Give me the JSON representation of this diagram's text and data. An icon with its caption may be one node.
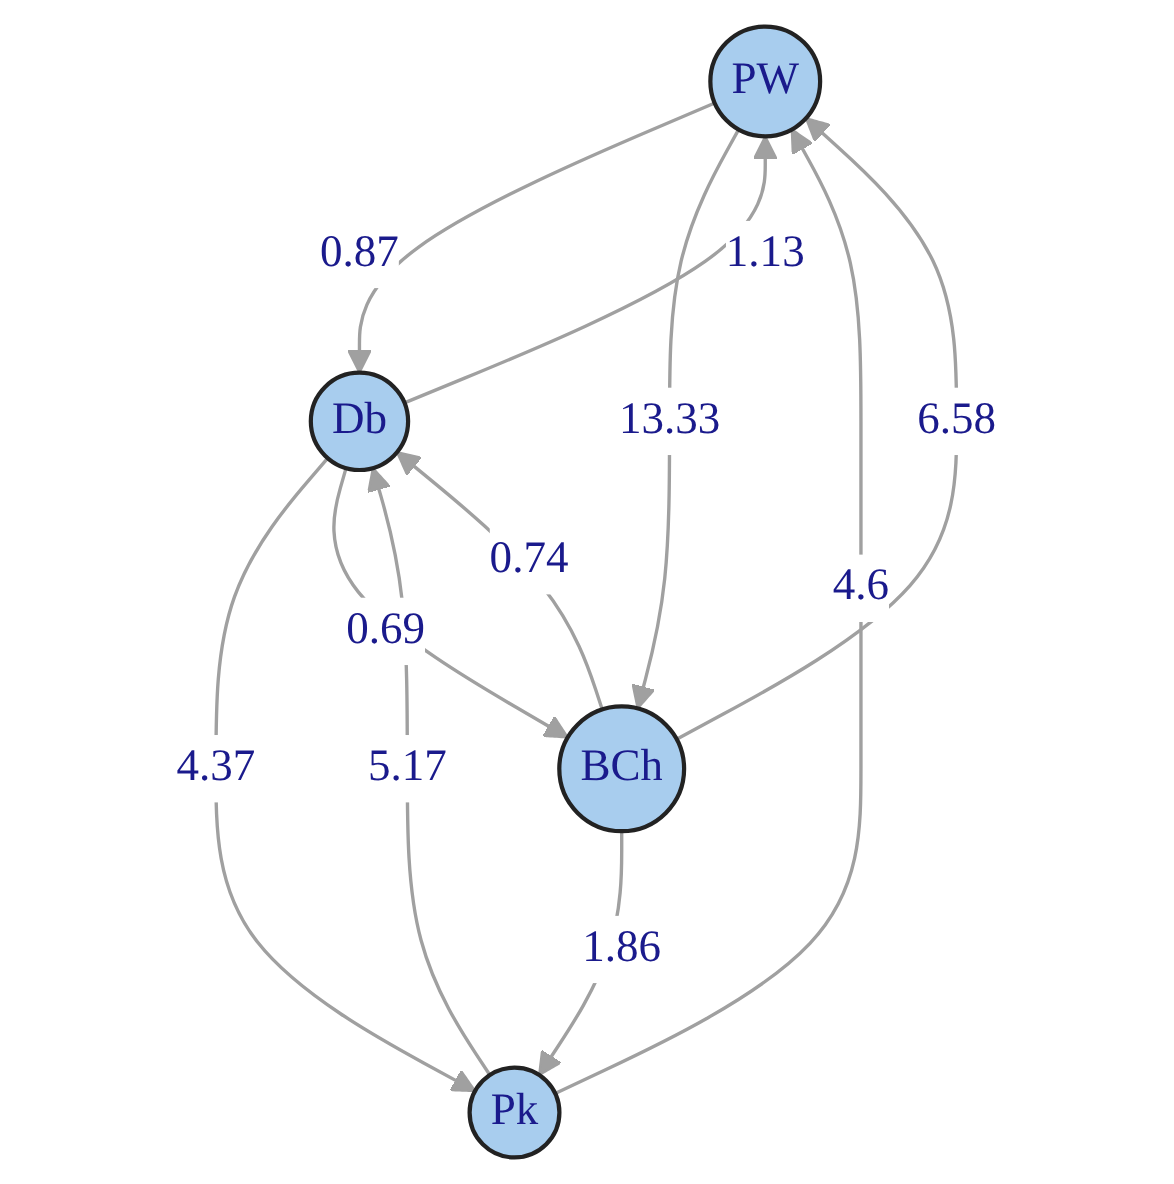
{
  "diagram": {
    "nodes": [
      {
        "text": [
          "PW"
        ]
      },
      {
        "text": [
          "Pk"
        ]
      },
      {
        "text": [
          "Db"
        ]
      },
      {
        "text": [
          "BCh"
        ]
      }
    ],
    "edges": [
      {
        "from": 1,
        "to": 0,
        "arrow": "to",
        "label": "4.6"
      },
      {
        "from": 0,
        "to": 2,
        "arrow": "to",
        "label": "0.87"
      },
      {
        "from": 2,
        "to": 0,
        "arrow": "to",
        "label": "1.13"
      },
      {
        "from": 3,
        "to": 0,
        "arrow": "to",
        "label": "6.58"
      },
      {
        "from": 1,
        "to": 2,
        "arrow": "to",
        "label": "5.17"
      },
      {
        "from": 2,
        "to": 1,
        "arrow": "to",
        "label": "4.37"
      },
      {
        "from": 0,
        "to": 3,
        "arrow": "to",
        "label": "13.33"
      },
      {
        "from": 3,
        "to": 2,
        "arrow": "to",
        "label": "0.74"
      },
      {
        "from": 2,
        "to": 3,
        "arrow": "to",
        "label": "0.69"
      },
      {
        "from": 3,
        "to": 1,
        "arrow": "to",
        "label": "1.86"
      }
    ]
  }
}
